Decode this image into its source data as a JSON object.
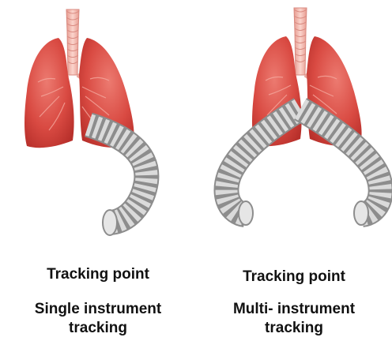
{
  "colors": {
    "lung": "#d9473f",
    "lung_light": "#ef8a7f",
    "trachea": "#f3b5aa",
    "tube": "#c9c9c9",
    "tube_ring": "#8e8e8e"
  },
  "panels": [
    {
      "tracking_label": "Tracking point",
      "mode_line1": "Single instrument",
      "mode_line2": "tracking"
    },
    {
      "tracking_label": "Tracking point",
      "mode_line1": "Multi- instrument",
      "mode_line2": "tracking"
    }
  ]
}
